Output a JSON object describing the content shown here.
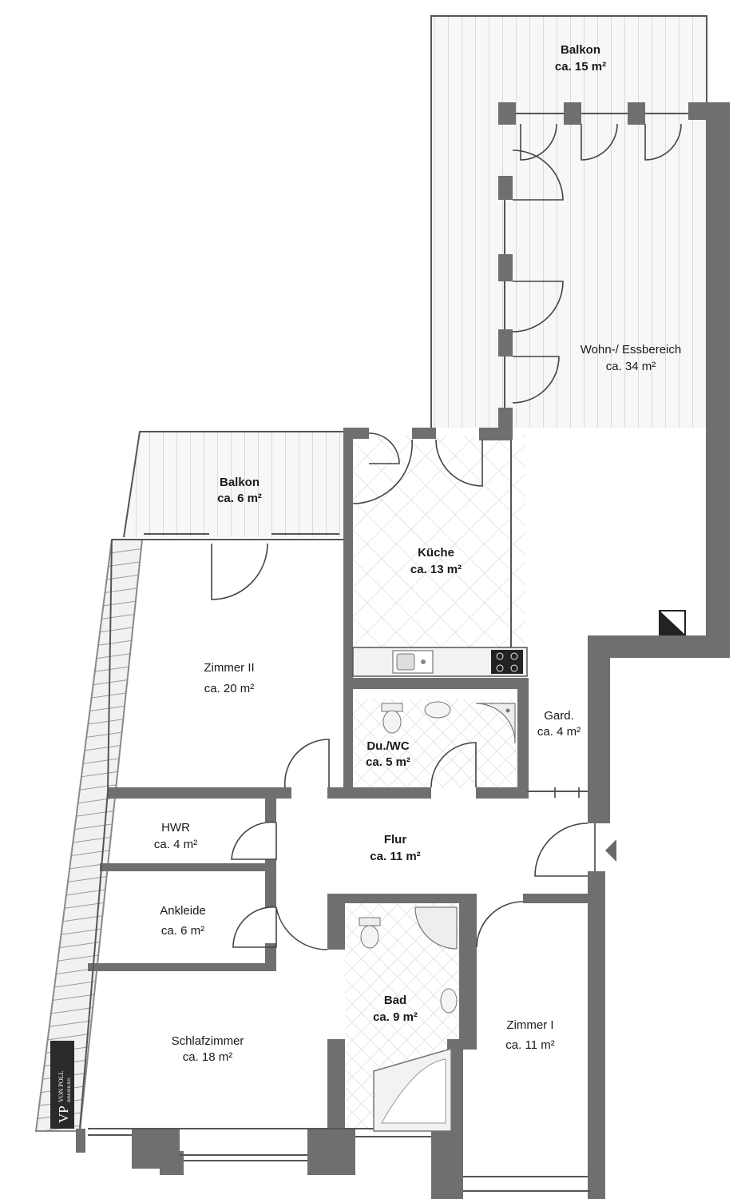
{
  "rooms": {
    "balkon_top": {
      "name": "Balkon",
      "area": "ca. 15 m²"
    },
    "wohn": {
      "name": "Wohn-/ Essbereich",
      "area": "ca. 34 m²"
    },
    "balkon_small": {
      "name": "Balkon",
      "area": "ca. 6 m²"
    },
    "kueche": {
      "name": "Küche",
      "area": "ca. 13 m²"
    },
    "zimmer2": {
      "name": "Zimmer II",
      "area": "ca. 20 m²"
    },
    "garderobe": {
      "name": "Gard.",
      "area": "ca. 4 m²"
    },
    "duwc": {
      "name": "Du./WC",
      "area": "ca. 5 m²"
    },
    "hwr": {
      "name": "HWR",
      "area": "ca. 4 m²"
    },
    "flur": {
      "name": "Flur",
      "area": "ca. 11 m²"
    },
    "ankleide": {
      "name": "Ankleide",
      "area": "ca. 6 m²"
    },
    "bad": {
      "name": "Bad",
      "area": "ca. 9 m²"
    },
    "schlafzimmer": {
      "name": "Schlafzimmer",
      "area": "ca. 18 m²"
    },
    "zimmer1": {
      "name": "Zimmer I",
      "area": "ca. 11 m²"
    }
  },
  "logo": {
    "mark": "VP",
    "text": "VON POLL",
    "subtext": "IMMOBILIEN"
  },
  "icons": {
    "entrance": "entrance-arrow-icon",
    "chimney": "chimney-icon",
    "sink": "sink-icon",
    "stove": "stove-icon"
  },
  "colors": {
    "wall": "#6f6f6f",
    "tile": "#c9c9c9",
    "deck": "#bdbdbd",
    "logo_bg": "#2a2a2a"
  }
}
